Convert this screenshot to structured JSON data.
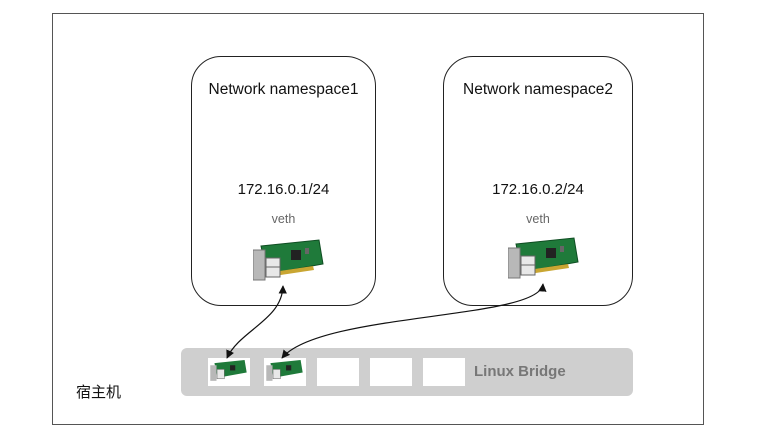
{
  "host": {
    "label": "宿主机"
  },
  "namespaces": [
    {
      "title": "Network namespace1",
      "ip": "172.16.0.1/24",
      "veth": "veth"
    },
    {
      "title": "Network namespace2",
      "ip": "172.16.0.2/24",
      "veth": "veth"
    }
  ],
  "bridge": {
    "label": "Linux Bridge",
    "ports_total": 5,
    "ports_with_nic": 2
  },
  "colors": {
    "pcb": "#1f7a3a",
    "bridge": "#cfcfcf",
    "bridge_text": "#777777"
  },
  "icons": {
    "nic": "network-card-icon"
  }
}
